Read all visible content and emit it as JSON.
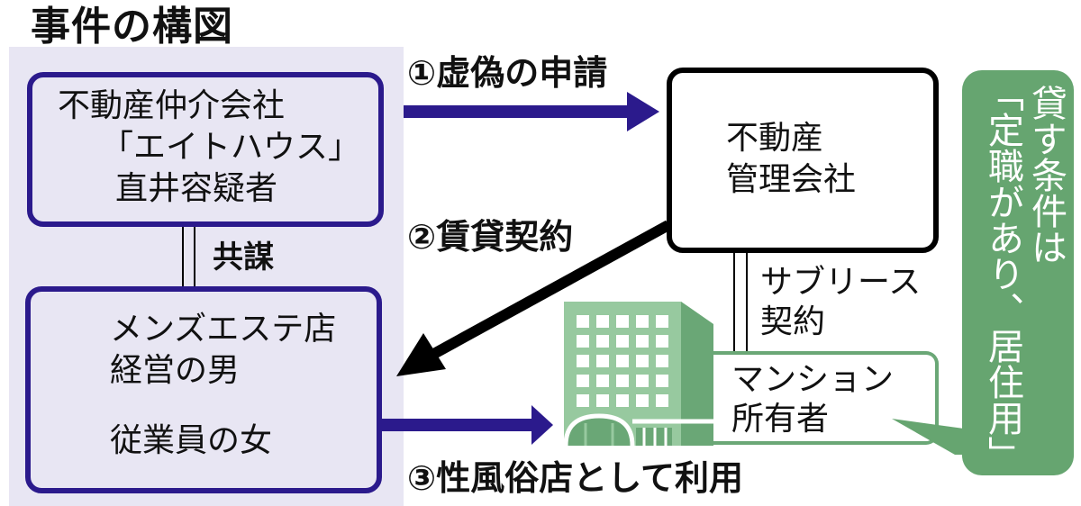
{
  "title": "事件の構図",
  "colors": {
    "panel_bg": "#e8e6f3",
    "party_border": "#2b1a8c",
    "arrow_navy": "#2b1a8c",
    "arrow_black": "#000000",
    "building_green": "#6aa776",
    "building_light": "#97c99f",
    "condition_bg": "#66a570",
    "person_purple": "#7a6fcf",
    "person_red": "#c06a72"
  },
  "parties": {
    "broker": {
      "lines": [
        "不動産仲介会社",
        "「エイトハウス」",
        "直井容疑者"
      ],
      "icon": "person-icon-purple"
    },
    "conspiracy_label": "共謀",
    "shop_owner": {
      "lines": [
        "メンズエステ店",
        "経営の男"
      ],
      "icon": "person-icon-purple"
    },
    "employee": {
      "lines": [
        "従業員の女"
      ],
      "icon": "person-icon-red"
    },
    "management_company": {
      "lines": [
        "不動産",
        "管理会社"
      ]
    },
    "sublease_label": [
      "サブリース",
      "契約"
    ],
    "mansion_owner": {
      "lines": [
        "マンション",
        "所有者"
      ],
      "icon": "building-icon"
    }
  },
  "steps": [
    {
      "number": "①",
      "label": "虚偽の申請"
    },
    {
      "number": "②",
      "label": "賃貸契約"
    },
    {
      "number": "③",
      "label": "性風俗店として利用"
    }
  ],
  "condition_callout": {
    "lines": [
      "貸す条件は",
      "「定職があり、居住用」"
    ]
  }
}
